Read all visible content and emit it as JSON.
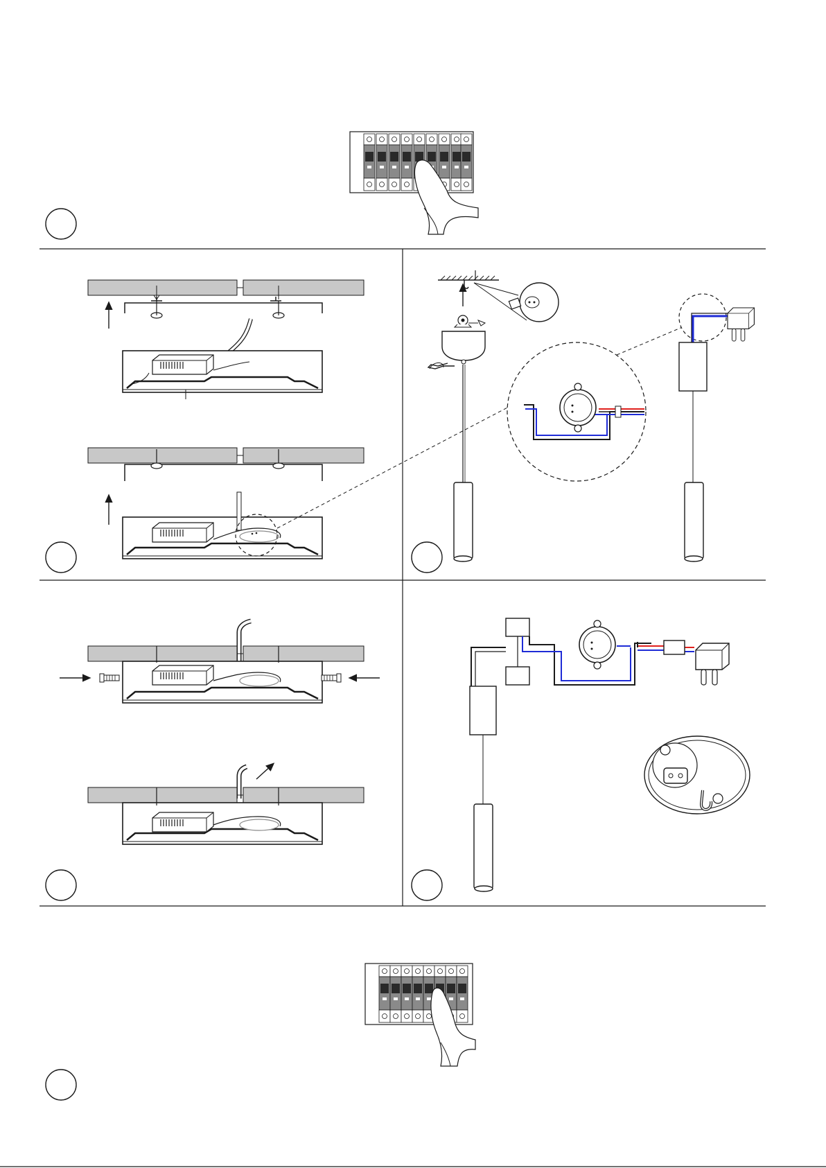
{
  "document": {
    "type": "installation-instructions",
    "steps": [
      {
        "panel": "breaker-off",
        "number": ""
      },
      {
        "panel": "canopy-mounting",
        "number": ""
      },
      {
        "panel": "pendant-hanging",
        "number": ""
      },
      {
        "panel": "canopy-fixing",
        "number": ""
      },
      {
        "panel": "wiring-connection",
        "number": ""
      },
      {
        "panel": "breaker-on",
        "number": ""
      }
    ]
  },
  "colors": {
    "line": "#1a1a1a",
    "ceiling_fill": "#c8c8c8",
    "live_wire": "#e0201c",
    "neutral_wire": "#1e2bd6",
    "earth_wire": "#1a1a1a",
    "background": "#ffffff"
  },
  "icons": [
    "breaker-panel-icon",
    "hand-icon",
    "arrow-up-icon",
    "screw-icon",
    "terminal-block-icon",
    "plug-icon",
    "ceiling-hook-icon",
    "pendant-lamp-icon",
    "zoom-callout-icon"
  ]
}
